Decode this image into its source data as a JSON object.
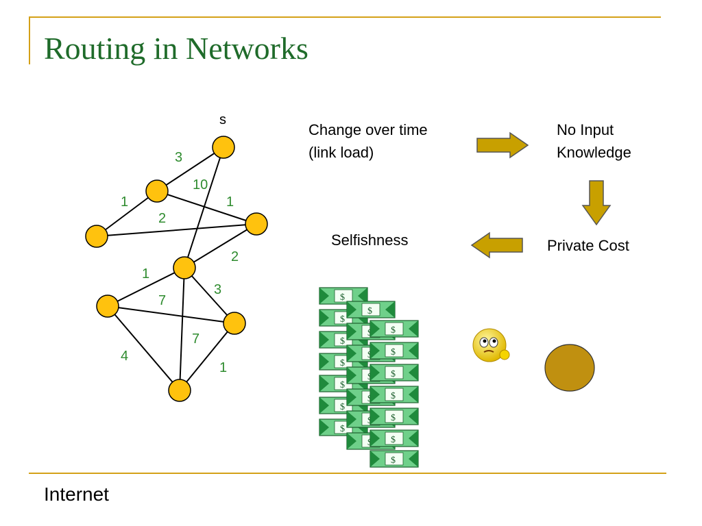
{
  "slide": {
    "title": "Routing in Networks",
    "footer": "Internet"
  },
  "graph": {
    "source_label": "s",
    "edge_weights": [
      "3",
      "10",
      "1",
      "1",
      "2",
      "2",
      "1",
      "3",
      "7",
      "7",
      "4",
      "1"
    ],
    "node_color": "#FFC20E",
    "weight_color": "#2e8b2e"
  },
  "flow": {
    "change": [
      "Change over time",
      "(link load)"
    ],
    "no_input": [
      "No Input",
      "Knowledge"
    ],
    "private_cost": "Private Cost",
    "selfishness": "Selfishness",
    "arrow_color": "#C8A000"
  },
  "icons": [
    "money-stack-icon",
    "smiley-face-icon",
    "brown-circle-icon"
  ]
}
